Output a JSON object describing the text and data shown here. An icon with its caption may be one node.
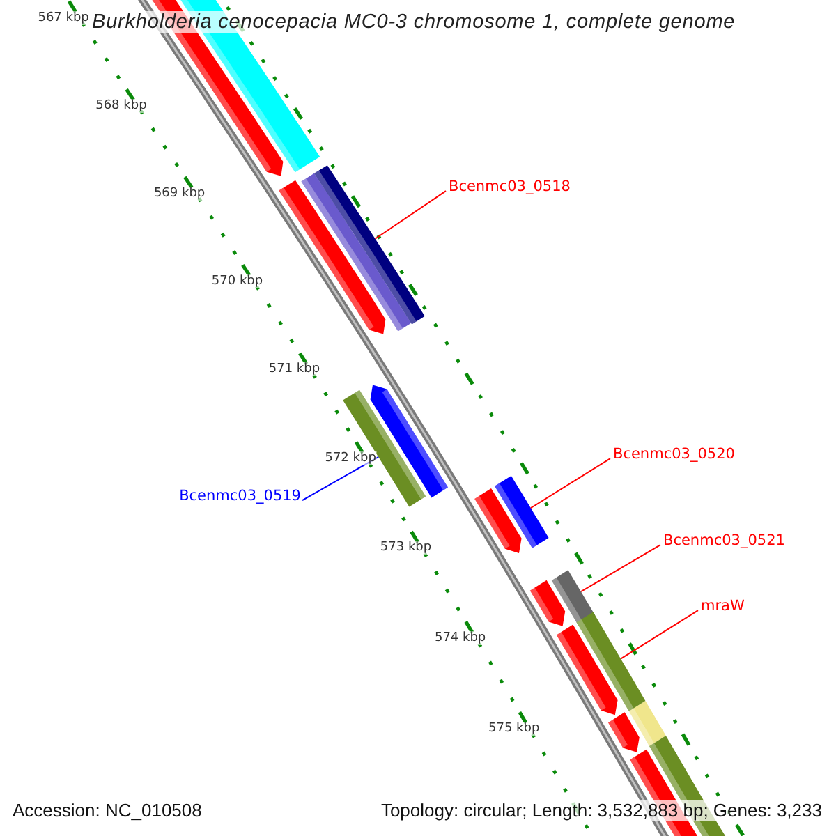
{
  "diagram": {
    "title": "Burkholderia cenocepacia MC0-3 chromosome 1, complete genome",
    "nodes": [
      {
        "text": [
          "Bcenmc03_0518"
        ]
      },
      {
        "text": [
          "Bcenmc03_0519"
        ]
      },
      {
        "text": [
          "Bcenmc03_0520"
        ]
      },
      {
        "text": [
          "Bcenmc03_0521"
        ]
      },
      {
        "text": [
          "mraW"
        ]
      },
      {
        "text": [],
        "shape": "bar"
      },
      {
        "text": [],
        "shape": "bar"
      },
      {
        "text": [],
        "shape": "bar"
      },
      {
        "text": [],
        "shape": "bar"
      },
      {
        "text": [],
        "shape": "bar"
      }
    ],
    "edges": [
      {
        "from": 0,
        "to": 5,
        "arrow": "none"
      },
      {
        "from": 1,
        "to": 6,
        "arrow": "none",
        "color": "#0000ff"
      },
      {
        "from": 2,
        "to": 7,
        "arrow": "none"
      },
      {
        "from": 3,
        "to": 8,
        "arrow": "none"
      },
      {
        "from": 4,
        "to": 9,
        "arrow": "none"
      }
    ],
    "labels": [
      "567 kbp",
      "568 kbp",
      "569 kbp",
      "570 kbp",
      "571 kbp",
      "572 kbp",
      "573 kbp",
      "574 kbp",
      "575 kbp",
      "Accession: NC_010508",
      "Topology: circular; Length: 3,532,883 bp; Genes: 3,233"
    ]
  }
}
